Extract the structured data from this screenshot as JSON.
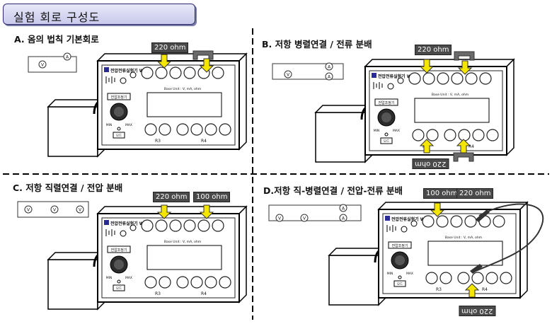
{
  "title": "실험 회로 구성도",
  "sections": {
    "a": {
      "title": "A. 옴의 법칙 기본회로",
      "labels": [
        "220 ohm"
      ]
    },
    "b": {
      "title": "B. 저항 병렬연결 / 전류 분배",
      "labels": [
        "220 ohm",
        "220 ohm"
      ]
    },
    "c": {
      "title": "C. 저항 직렬연결 / 전압 분배",
      "labels": [
        "220 ohm",
        "100 ohm"
      ]
    },
    "d": {
      "title": "D.저항 직-병렬연결 / 전압-전류 분배",
      "labels": [
        "100 ohm",
        "220 ohm",
        "220 ohm"
      ]
    }
  },
  "device": {
    "brand": "전압전류실험기 W-",
    "base_unit": "Base Unit : V, mA, ohm",
    "knob_label": "전압조정기",
    "knob_min": "MIN",
    "knob_max": "MAX",
    "switch_label": "모드",
    "r3": "R3",
    "r4": "R4",
    "meter_v": "V",
    "meter_a": "A"
  },
  "colors": {
    "arrow": "#f5e600",
    "label_bg": "#4a4a4a",
    "accent": "#2a2a6a"
  }
}
